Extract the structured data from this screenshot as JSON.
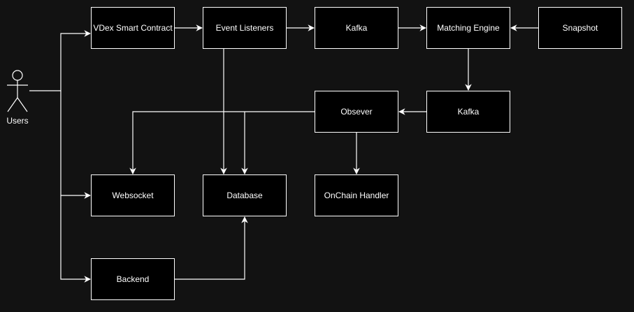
{
  "diagram": {
    "actor": {
      "label": "Users",
      "icon": "person-stick-figure-icon"
    },
    "nodes": {
      "vdex": "VDex Smart Contract",
      "event_listeners": "Event Listeners",
      "kafka_top": "Kafka",
      "matching_engine": "Matching Engine",
      "snapshot": "Snapshot",
      "observer": "Obsever",
      "kafka_mid": "Kafka",
      "websocket": "Websocket",
      "database": "Database",
      "onchain_handler": "OnChain Handler",
      "backend": "Backend"
    },
    "colors": {
      "background": "#121212",
      "node_fill": "#000000",
      "stroke": "#ffffff",
      "text": "#ffffff"
    }
  }
}
